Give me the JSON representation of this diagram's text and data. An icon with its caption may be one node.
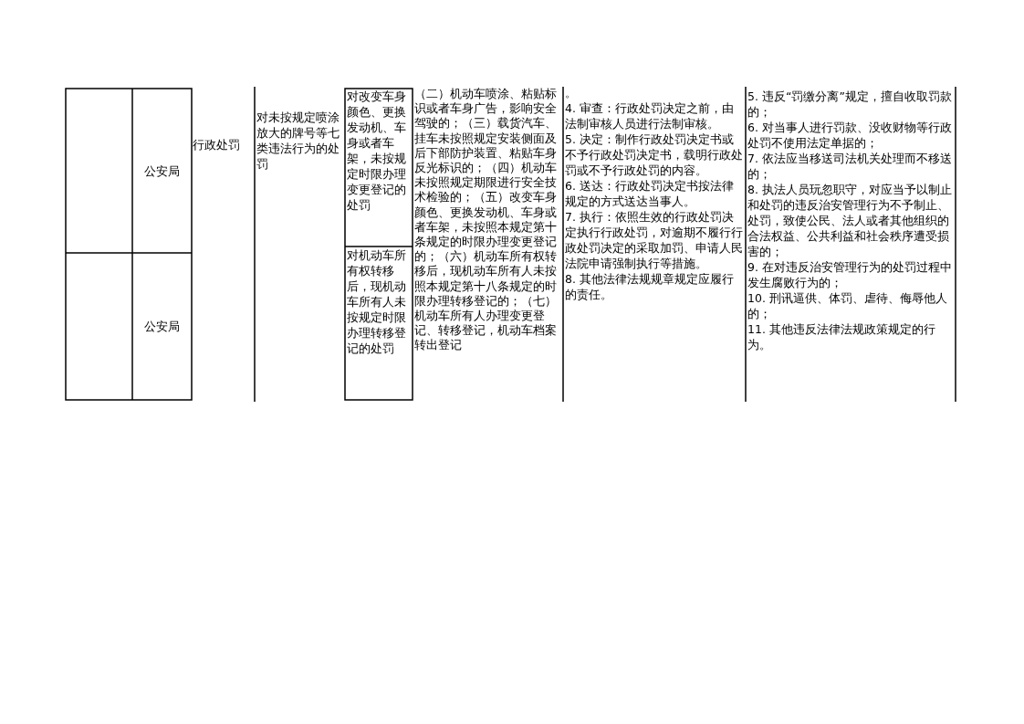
{
  "diagram": {
    "labels": [
      "公安局",
      "行政处罚",
      "对未按规定喷涂放大的牌号等七类违法行为的处罚",
      "对改变车身颜色、更换发动机、车身或者车架，未按规定时限办理变更登记的处罚",
      "（二）机动车喷涂、粘贴标识或者车身广告，影响安全驾驶的；（三）载货汽车、挂车未按照规定安装侧面及后下部防护装置、粘贴车身反光标识的；（四）机动车未按照规定期限进行安全技术检验的；（五）改变车身颜色、更换发动机、车身或者车架，未按照本规定第十条规定的时限办理变更登记的；（六）机动车所有权转移后，现机动车所有人未按照本规定第十八条规定的时限办理转移登记的；（七）机动车所有人办理变更登记、转移登记，机动车档案转出登记",
      "。",
      "4. 审查：行政处罚决定之前，由法制审核人员进行法制审核。",
      "5. 决定：制作行政处罚决定书或不予行政处罚决定书，载明行政处罚或不予行政处罚的内容。",
      "6. 送达：行政处罚决定书按法律规定的方式送达当事人。",
      "7. 执行：依照生效的行政处罚决定执行行政处罚，对逾期不履行行政处罚决定的采取加罚、申请人民法院申请强制执行等措施。",
      "8. 其他法律法规规章规定应履行的责任。",
      "5. 违反“罚缴分离”规定，擅自收取罚款的；",
      "6. 对当事人进行罚款、没收财物等行政处罚不使用法定单据的；",
      "7. 依法应当移送司法机关处理而不移送的；",
      "8. 执法人员玩忽职守，对应当予以制止和处罚的违反治安管理行为不予制止、处罚，致使公民、法人或者其他组织的合法权益、公共利益和社会秩序遭受损害的；",
      "9. 在对违反治安管理行为的处罚过程中发生腐败行为的；",
      "10. 刑讯逼供、体罚、虐待、侮辱他人的；",
      "11. 其他违反法律法规政策规定的行为。",
      "公安局",
      "对机动车所有权转移后，现机动车所有人未按规定时限办理转移登记的处罚"
    ]
  }
}
